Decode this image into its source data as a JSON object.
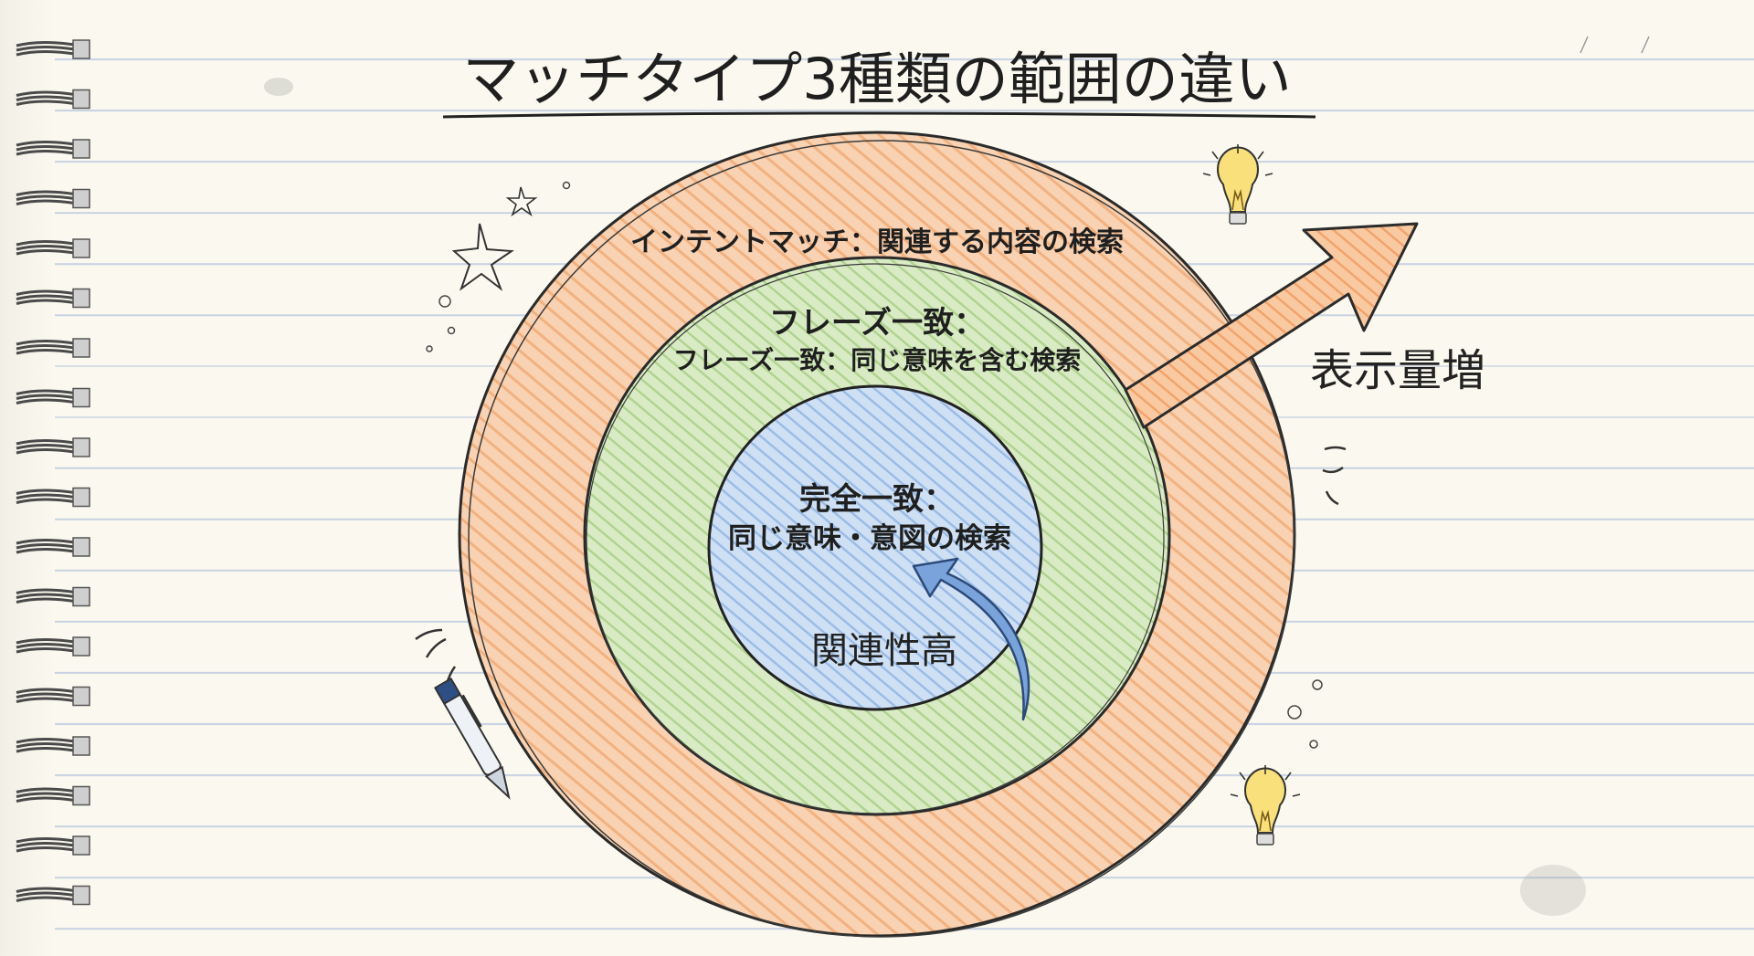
{
  "title": "マッチタイプ3種類の範囲の違い",
  "rings": {
    "outer": {
      "label": "インテントマッチ：関連する内容の検索",
      "color": "#f3b07e"
    },
    "middle": {
      "label_line1": "フレーズ一致：",
      "label_line2": "フレーズ一致：同じ意味を含む検索",
      "color": "#bcd89c"
    },
    "inner": {
      "label_line1": "完全一致：",
      "label_line2": "同じ意味・意図の検索",
      "color": "#a9c6ea"
    }
  },
  "arrows": {
    "outward_label": "表示量増",
    "outward_color": "#f6b07f",
    "inward_label": "関連性高",
    "inward_color": "#6e9bd8"
  },
  "decorations": [
    "spiral-binding",
    "star-icon",
    "lightbulb-icon",
    "pen-icon"
  ]
}
